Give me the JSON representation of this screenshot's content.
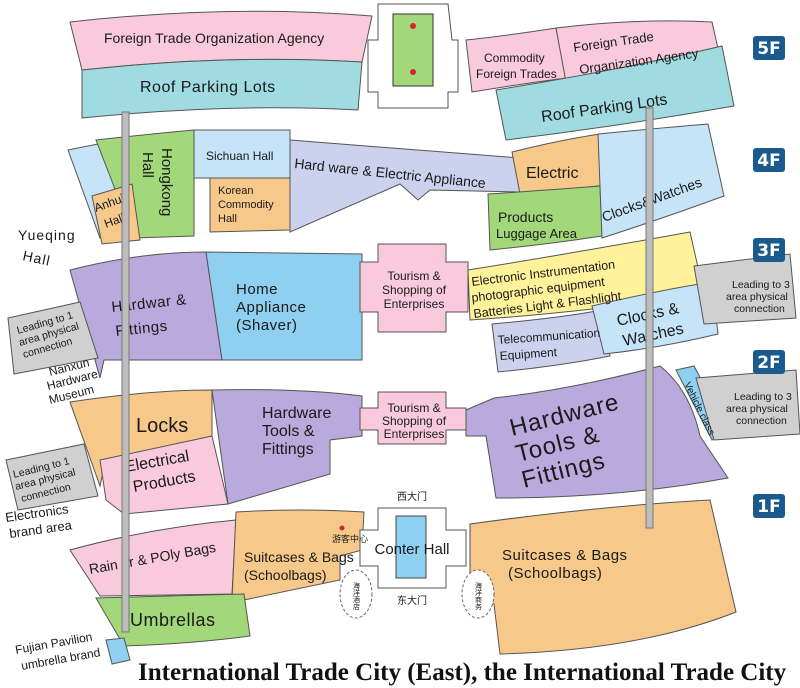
{
  "title": "International Trade City (East), the International Trade City",
  "floors": {
    "f5": "5F",
    "f4": "4F",
    "f3": "3F",
    "f2": "2F",
    "f1": "1F"
  },
  "colors": {
    "pink": "#f9c9dc",
    "teal": "#9fdbe0",
    "green": "#a3d87a",
    "light_blue": "#c5e4f7",
    "orange": "#f6c88a",
    "lavender": "#ccd1ee",
    "purple": "#b9a9dc",
    "sky": "#8fcfef",
    "yellow": "#fff29a",
    "badge": "#1b5a8c",
    "red_outline": "#d4262e"
  },
  "f5": {
    "foreign_trade_left": "Foreign Trade Organization Agency",
    "roof_left": "Roof Parking Lots",
    "commodity_line1": "Commodity",
    "commodity_line2": "Foreign Trades",
    "foreign_trade_right_line1": "Foreign Trade",
    "foreign_trade_right_line2": "Organization Agency",
    "roof_right": "Roof Parking Lots"
  },
  "f4": {
    "hongkong_line1": "Hongkong",
    "hongkong_line2": "Hall",
    "sichuan": "Sichuan Hall",
    "hardware_electric": "Hard ware & Electric Appliance",
    "electric": "Electric",
    "anhui_line1": "Anhui",
    "anhui_line2": "Hall",
    "korean_line1": "Korean",
    "korean_line2": "Commodity",
    "korean_line3": "Hall",
    "products_line1": "Products",
    "products_line2": "Luggage Area",
    "clocks": "Clocks&Watches",
    "yueqing_line1": "Yueqing",
    "yueqing_line2": "Hall"
  },
  "f3": {
    "hardwar_line1": "Hardwar &",
    "hardwar_line2": "Fittings",
    "home_line1": "Home",
    "home_line2": "Appliance",
    "home_line3": "(Shaver)",
    "tourism_line1": "Tourism &",
    "tourism_line2": "Shopping of",
    "tourism_line3": "Enterprises",
    "electronic_line1": "Electronic Instrumentation",
    "electronic_line2": "photographic equipment",
    "electronic_line3": "Batteries Light & Flashlight",
    "telecom_line1": "Telecommunication",
    "telecom_line2": "Equipment",
    "clocks_line1": "Clocks &",
    "clocks_line2": "Watches",
    "leading1_line1": "Leading to 1",
    "leading1_line2": "area physical",
    "leading1_line3": "connection",
    "leading3_line1": "Leading to 3",
    "leading3_line2": "area physical",
    "leading3_line3": "connection",
    "nanxun_line1": "Nanxun",
    "nanxun_line2": "Hardware",
    "nanxun_line3": "Museum"
  },
  "f2": {
    "locks": "Locks",
    "hardware_left_line1": "Hardware",
    "hardware_left_line2": "Tools &",
    "hardware_left_line3": "Fittings",
    "tourism_line1": "Tourism &",
    "tourism_line2": "Shopping of",
    "tourism_line3": "Enterprises",
    "hardware_right_line1": "Hardware",
    "hardware_right_line2": "Tools &",
    "hardware_right_line3": "Fittings",
    "electrical_line1": "Electrical",
    "electrical_line2": "Products",
    "vehicle": "Vehicle class",
    "leading1_line1": "Leading to 1",
    "leading1_line2": "area physical",
    "leading1_line3": "connection",
    "leading3_line1": "Leading to 3",
    "leading3_line2": "area physical",
    "leading3_line3": "connection",
    "electronics_line1": "Electronics",
    "electronics_line2": "brand area"
  },
  "f1": {
    "rain_bags": "Rain ar & POly Bags",
    "suitcases_left_line1": "Suitcases & Bags",
    "suitcases_left_line2": "(Schoolbags)",
    "umbrellas": "Umbrellas",
    "center_hall": "Conter Hall",
    "west_gate": "西大门",
    "east_gate": "东大门",
    "visitor_center": "游客中心",
    "suitcases_right_line1": "Suitcases & Bags",
    "suitcases_right_line2": "(Schoolbags)",
    "fujian_line1": "Fujian Pavilion",
    "fujian_line2": "umbrella brand",
    "hotel_left": "海洋酒店",
    "hotel_right": "海洋商务"
  }
}
